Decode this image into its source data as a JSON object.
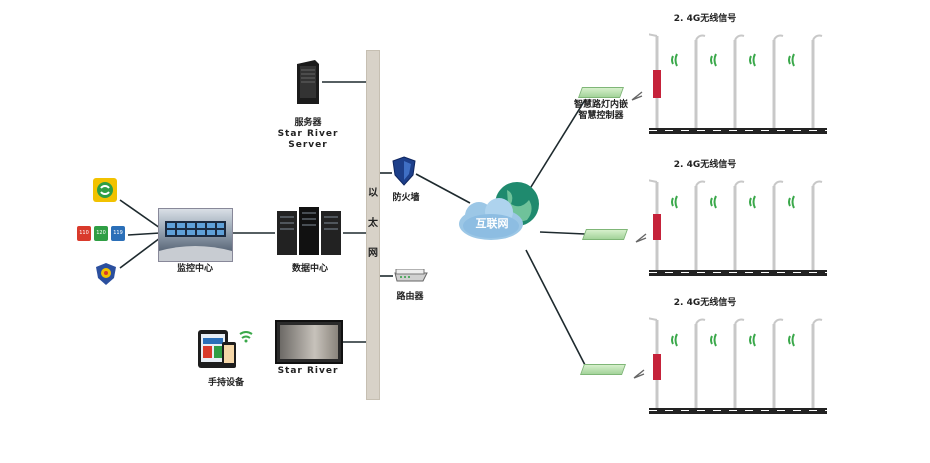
{
  "nodes": {
    "server": {
      "line1": "服务器",
      "line2": "Star River",
      "line3": "Server"
    },
    "datacenter": "数据中心",
    "monitor": "监控中心",
    "handheld": "手持设备",
    "starriver": "Star River",
    "firewall": "防火墙",
    "router": "路由器",
    "internet": "互联网",
    "controller": {
      "line1": "智慧路灯内嵌",
      "line2": "智慧控制器"
    }
  },
  "ethernet": [
    "以",
    "太",
    "网"
  ],
  "signals": [
    "2. 4G无线信号",
    "2. 4G无线信号",
    "2. 4G无线信号"
  ],
  "emergency_numbers": [
    "110",
    "120",
    "119"
  ],
  "colors": {
    "line": "#1e2a2e",
    "bus": "#d8d2c8",
    "wifi": "#3aa84a",
    "road": "#222222",
    "globe": "#1f8a6e",
    "cloud": "#9cc7e6"
  }
}
